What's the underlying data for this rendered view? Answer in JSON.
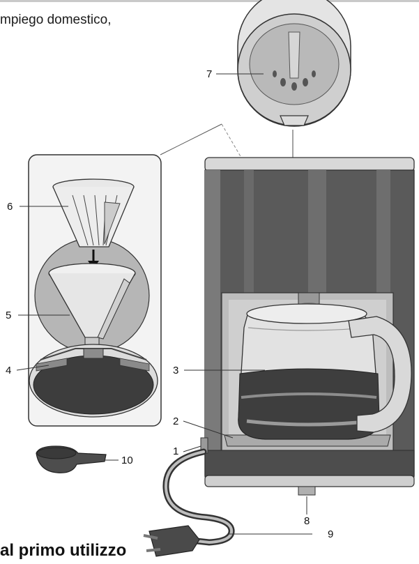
{
  "document": {
    "intro_text": "mpiego domestico,",
    "section_heading": "al primo utilizzo"
  },
  "callouts": [
    {
      "number": "1",
      "part": "power-switch"
    },
    {
      "number": "2",
      "part": "warming-plate"
    },
    {
      "number": "3",
      "part": "glass-carafe"
    },
    {
      "number": "4",
      "part": "drip-stop-valve"
    },
    {
      "number": "5",
      "part": "filter-holder"
    },
    {
      "number": "6",
      "part": "permanent-filter"
    },
    {
      "number": "7",
      "part": "water-tank-lid"
    },
    {
      "number": "8",
      "part": "base-foot"
    },
    {
      "number": "9",
      "part": "power-cord"
    },
    {
      "number": "10",
      "part": "measuring-spoon"
    }
  ],
  "colors": {
    "body_dark": "#4a4a4a",
    "body_mid": "#6e6e6e",
    "panel_light": "#c8c8c8",
    "inset_bg": "#f4f4f4",
    "line": "#222222"
  }
}
